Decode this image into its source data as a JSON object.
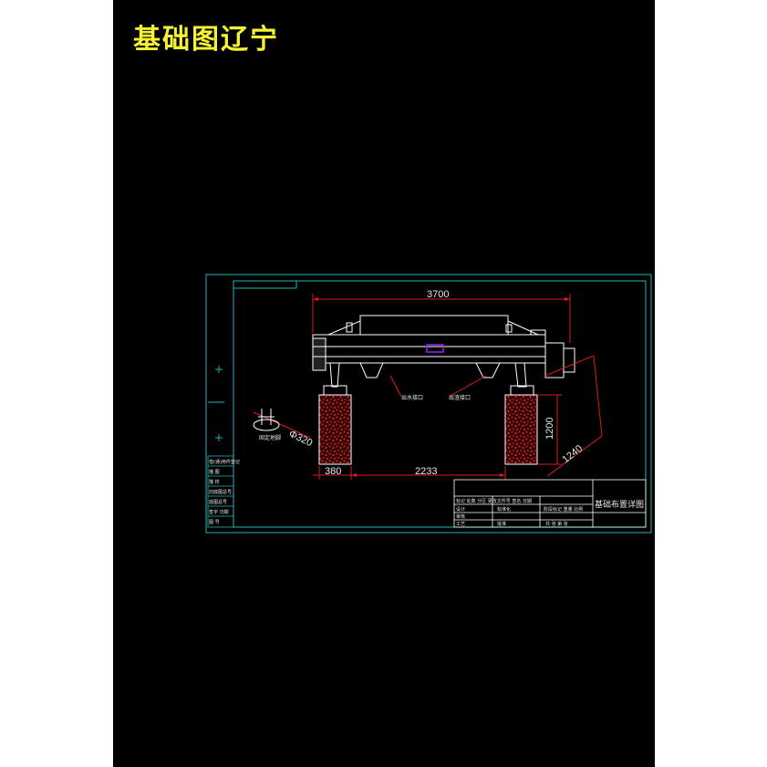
{
  "page": {
    "title": "基础图辽宁"
  },
  "dimensions": {
    "overall_length": "3700",
    "pier_width": "380",
    "pier_spacing": "2233",
    "pier_height": "1200",
    "diagonal": "1240",
    "bolt_diameter": "Φ320"
  },
  "labels": {
    "anchor_bolt": "固定地脚",
    "inlet_port": "出水接口",
    "outlet_port": "出渣接口"
  },
  "title_block": {
    "drawing_name": "基础布置详图",
    "row1": "标记  处数  分区  更改文件号  签名  日期",
    "row2_left": "设计",
    "row2_mid": "标准化",
    "row2_right": "阶段标记  重量  比例",
    "row3_left": "审核",
    "row4_left": "工艺",
    "row4_mid": "批准",
    "row4_right": "共  张  第  张"
  },
  "side_table": {
    "rows": [
      "借(通)用件登记",
      "描  图",
      "描  校",
      "旧底图总号",
      "底图总号",
      "签字  日期",
      "图  号"
    ]
  },
  "colors": {
    "background": "#000000",
    "title": "#f5f232",
    "border": "#1fb8b8",
    "dimension": "#e01b1b",
    "machine": "#ffffff",
    "pier_fill": "#8a1a1a",
    "accent": "#a020f0"
  }
}
